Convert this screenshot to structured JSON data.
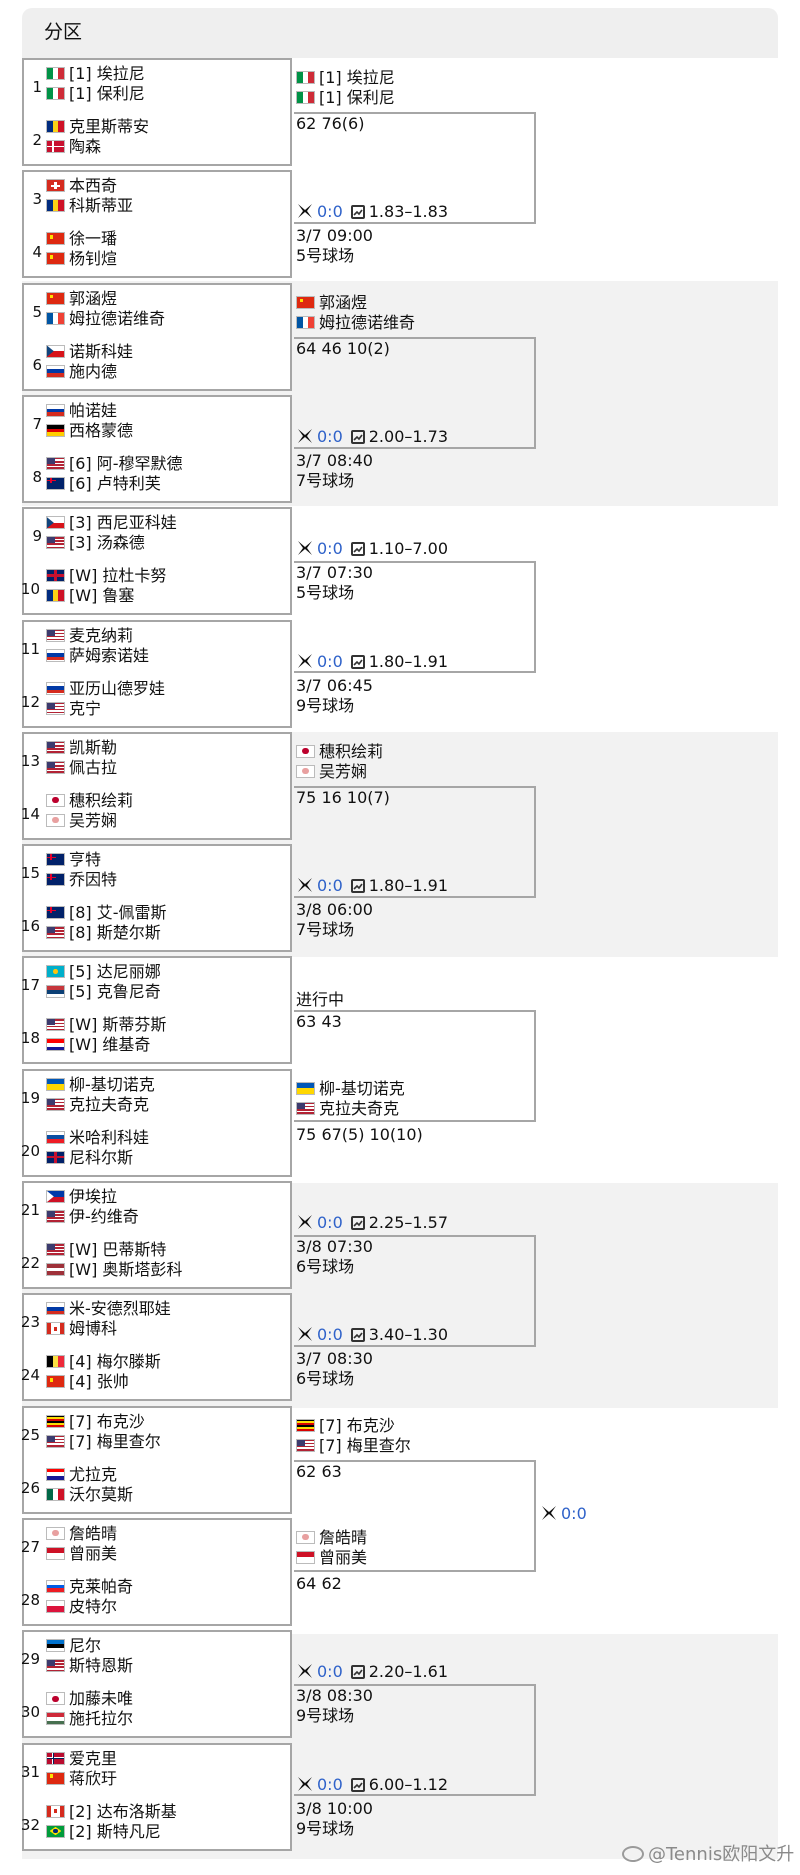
{
  "header": {
    "title": "分区"
  },
  "watermark": "@Tennis欧阳文升",
  "flag_colors": {
    "it": [
      "#009246",
      "#ffffff",
      "#ce2b37"
    ],
    "ro": [
      "#002b7f",
      "#fcd116",
      "#ce1126"
    ],
    "dk": [
      "#c8102e",
      "#ffffff"
    ],
    "ch": [
      "#d52b1e",
      "#ffffff"
    ],
    "cn": [
      "#de2910",
      "#ffde00"
    ],
    "fr": [
      "#0055a4",
      "#ffffff",
      "#ef4135"
    ],
    "cz": [
      "#ffffff",
      "#d7141a",
      "#11457e"
    ],
    "ru": [
      "#ffffff",
      "#0039a6",
      "#d52b1e"
    ],
    "de": [
      "#000000",
      "#dd0000",
      "#ffce00"
    ],
    "us": [
      "#b22234",
      "#ffffff",
      "#3c3b6e"
    ],
    "au": [
      "#012169",
      "#ffffff",
      "#e4002b"
    ],
    "gb": [
      "#012169",
      "#ffffff",
      "#c8102e"
    ],
    "jp": [
      "#ffffff",
      "#bc002d"
    ],
    "tw": [
      "#ffffff",
      "#e8a0a0"
    ],
    "kz": [
      "#00afca",
      "#fec50c"
    ],
    "rs": [
      "#c6363c",
      "#0c4076",
      "#ffffff"
    ],
    "hr": [
      "#ff0000",
      "#ffffff",
      "#171796"
    ],
    "ua": [
      "#0057b7",
      "#ffd700"
    ],
    "sk": [
      "#ffffff",
      "#0b4ea2",
      "#ee1c25"
    ],
    "ph": [
      "#0038a8",
      "#ce1126",
      "#ffffff"
    ],
    "lv": [
      "#9e3039",
      "#ffffff"
    ],
    "ca": [
      "#d52b1e",
      "#ffffff"
    ],
    "be": [
      "#000000",
      "#fae042",
      "#ed2939"
    ],
    "ug": [
      "#000000",
      "#fcdc04",
      "#d90000"
    ],
    "mx": [
      "#006847",
      "#ffffff",
      "#ce1126"
    ],
    "id": [
      "#ce1126",
      "#ffffff"
    ],
    "si": [
      "#ffffff",
      "#005ce6",
      "#ed1c24"
    ],
    "pl": [
      "#ffffff",
      "#dc143c"
    ],
    "ee": [
      "#0072ce",
      "#000000",
      "#ffffff"
    ],
    "hu": [
      "#ce2939",
      "#ffffff",
      "#477050"
    ],
    "no": [
      "#ba0c2f",
      "#ffffff",
      "#00205b"
    ],
    "br": [
      "#009c3b",
      "#ffdf00",
      "#002776"
    ]
  },
  "draw": [
    {
      "seed": "1",
      "p1": {
        "flag": "it",
        "name": "[1] 埃拉尼"
      },
      "p2": {
        "flag": "it",
        "name": "[1] 保利尼"
      }
    },
    {
      "seed": "2",
      "p1": {
        "flag": "ro",
        "name": "克里斯蒂安"
      },
      "p2": {
        "flag": "dk",
        "name": "陶森"
      }
    },
    {
      "seed": "3",
      "p1": {
        "flag": "ch",
        "name": "本西奇"
      },
      "p2": {
        "flag": "ro",
        "name": "科斯蒂亚"
      }
    },
    {
      "seed": "4",
      "p1": {
        "flag": "cn",
        "name": "徐一璠"
      },
      "p2": {
        "flag": "cn",
        "name": "杨钊煊"
      }
    },
    {
      "seed": "5",
      "p1": {
        "flag": "cn",
        "name": "郭涵煜"
      },
      "p2": {
        "flag": "fr",
        "name": "姆拉德诺维奇"
      }
    },
    {
      "seed": "6",
      "p1": {
        "flag": "cz",
        "name": "诺斯科娃"
      },
      "p2": {
        "flag": "ru",
        "name": "施内德"
      }
    },
    {
      "seed": "7",
      "p1": {
        "flag": "ru",
        "name": "帕诺娃"
      },
      "p2": {
        "flag": "de",
        "name": "西格蒙德"
      }
    },
    {
      "seed": "8",
      "p1": {
        "flag": "us",
        "name": "[6] 阿-穆罕默德"
      },
      "p2": {
        "flag": "au",
        "name": "[6] 卢特利芙"
      }
    },
    {
      "seed": "9",
      "p1": {
        "flag": "cz",
        "name": "[3] 西尼亚科娃"
      },
      "p2": {
        "flag": "us",
        "name": "[3] 汤森德"
      }
    },
    {
      "seed": "10",
      "p1": {
        "flag": "gb",
        "name": "[W] 拉杜卡努"
      },
      "p2": {
        "flag": "ro",
        "name": "[W] 鲁塞"
      }
    },
    {
      "seed": "11",
      "p1": {
        "flag": "us",
        "name": "麦克纳莉"
      },
      "p2": {
        "flag": "ru",
        "name": "萨姆索诺娃"
      }
    },
    {
      "seed": "12",
      "p1": {
        "flag": "ru",
        "name": "亚历山德罗娃"
      },
      "p2": {
        "flag": "us",
        "name": "克宁"
      }
    },
    {
      "seed": "13",
      "p1": {
        "flag": "us",
        "name": "凯斯勒"
      },
      "p2": {
        "flag": "us",
        "name": "佩古拉"
      }
    },
    {
      "seed": "14",
      "p1": {
        "flag": "jp",
        "name": "穗积绘莉"
      },
      "p2": {
        "flag": "tw",
        "name": "吴芳娴"
      }
    },
    {
      "seed": "15",
      "p1": {
        "flag": "au",
        "name": "亨特"
      },
      "p2": {
        "flag": "au",
        "name": "乔因特"
      }
    },
    {
      "seed": "16",
      "p1": {
        "flag": "au",
        "name": "[8] 艾-佩雷斯"
      },
      "p2": {
        "flag": "us",
        "name": "[8] 斯楚尔斯"
      }
    },
    {
      "seed": "17",
      "p1": {
        "flag": "kz",
        "name": "[5] 达尼丽娜"
      },
      "p2": {
        "flag": "rs",
        "name": "[5] 克鲁尼奇"
      }
    },
    {
      "seed": "18",
      "p1": {
        "flag": "us",
        "name": "[W] 斯蒂芬斯"
      },
      "p2": {
        "flag": "hr",
        "name": "[W] 维基奇"
      }
    },
    {
      "seed": "19",
      "p1": {
        "flag": "ua",
        "name": "柳-基切诺克"
      },
      "p2": {
        "flag": "us",
        "name": "克拉夫奇克"
      }
    },
    {
      "seed": "20",
      "p1": {
        "flag": "sk",
        "name": "米哈利科娃"
      },
      "p2": {
        "flag": "gb",
        "name": "尼科尔斯"
      }
    },
    {
      "seed": "21",
      "p1": {
        "flag": "ph",
        "name": "伊埃拉"
      },
      "p2": {
        "flag": "us",
        "name": "伊-约维奇"
      }
    },
    {
      "seed": "22",
      "p1": {
        "flag": "us",
        "name": "[W] 巴蒂斯特"
      },
      "p2": {
        "flag": "lv",
        "name": "[W] 奥斯塔彭科"
      }
    },
    {
      "seed": "23",
      "p1": {
        "flag": "ru",
        "name": "米-安德烈耶娃"
      },
      "p2": {
        "flag": "ca",
        "name": "姆博科"
      }
    },
    {
      "seed": "24",
      "p1": {
        "flag": "be",
        "name": "[4] 梅尔滕斯"
      },
      "p2": {
        "flag": "cn",
        "name": "[4] 张帅"
      }
    },
    {
      "seed": "25",
      "p1": {
        "flag": "ug",
        "name": "[7] 布克沙"
      },
      "p2": {
        "flag": "us",
        "name": "[7] 梅里查尔"
      }
    },
    {
      "seed": "26",
      "p1": {
        "flag": "hr",
        "name": "尤拉克"
      },
      "p2": {
        "flag": "mx",
        "name": "沃尔莫斯"
      }
    },
    {
      "seed": "27",
      "p1": {
        "flag": "tw",
        "name": "詹皓晴"
      },
      "p2": {
        "flag": "id",
        "name": "曾丽美"
      }
    },
    {
      "seed": "28",
      "p1": {
        "flag": "si",
        "name": "克莱帕奇"
      },
      "p2": {
        "flag": "pl",
        "name": "皮特尔"
      }
    },
    {
      "seed": "29",
      "p1": {
        "flag": "ee",
        "name": "尼尔"
      },
      "p2": {
        "flag": "us",
        "name": "斯特恩斯"
      }
    },
    {
      "seed": "30",
      "p1": {
        "flag": "jp",
        "name": "加藤未唯"
      },
      "p2": {
        "flag": "hu",
        "name": "施托拉尔"
      }
    },
    {
      "seed": "31",
      "p1": {
        "flag": "no",
        "name": "爱克里"
      },
      "p2": {
        "flag": "cn",
        "name": "蒋欣玗"
      }
    },
    {
      "seed": "32",
      "p1": {
        "flag": "ca",
        "name": "[2] 达布洛斯基"
      },
      "p2": {
        "flag": "br",
        "name": "[2] 斯特凡尼"
      }
    }
  ],
  "round2": [
    {
      "pos": "top",
      "winner": [
        {
          "flag": "it",
          "name": "[1] 埃拉尼"
        },
        {
          "flag": "it",
          "name": "[1] 保利尼"
        }
      ],
      "score": "62 76(6)"
    },
    {
      "pos": "bottom",
      "odds": {
        "count": "0:0",
        "line": "1.83–1.83"
      },
      "date": "3/7 09:00",
      "court": "5号球场"
    },
    {
      "pos": "top",
      "winner": [
        {
          "flag": "cn",
          "name": "郭涵煜"
        },
        {
          "flag": "fr",
          "name": "姆拉德诺维奇"
        }
      ],
      "score": "64 46 10(2)"
    },
    {
      "pos": "bottom",
      "odds": {
        "count": "0:0",
        "line": "2.00–1.73"
      },
      "date": "3/7 08:40",
      "court": "7号球场"
    },
    {
      "pos": "top",
      "odds": {
        "count": "0:0",
        "line": "1.10–7.00"
      },
      "date": "3/7 07:30",
      "court": "5号球场"
    },
    {
      "pos": "bottom",
      "odds": {
        "count": "0:0",
        "line": "1.80–1.91"
      },
      "date": "3/7 06:45",
      "court": "9号球场"
    },
    {
      "pos": "top",
      "winner": [
        {
          "flag": "jp",
          "name": "穗积绘莉"
        },
        {
          "flag": "tw",
          "name": "吴芳娴"
        }
      ],
      "score": "75 16 10(7)"
    },
    {
      "pos": "bottom",
      "odds": {
        "count": "0:0",
        "line": "1.80–1.91"
      },
      "date": "3/8 06:00",
      "court": "7号球场"
    },
    {
      "pos": "top",
      "status": "进行中",
      "score": "63 43"
    },
    {
      "pos": "bottom",
      "winner": [
        {
          "flag": "ua",
          "name": "柳-基切诺克"
        },
        {
          "flag": "us",
          "name": "克拉夫奇克"
        }
      ],
      "score": "75 67(5) 10(10)"
    },
    {
      "pos": "top",
      "odds": {
        "count": "0:0",
        "line": "2.25–1.57"
      },
      "date": "3/8 07:30",
      "court": "6号球场"
    },
    {
      "pos": "bottom",
      "odds": {
        "count": "0:0",
        "line": "3.40–1.30"
      },
      "date": "3/7 08:30",
      "court": "6号球场"
    },
    {
      "pos": "top",
      "winner": [
        {
          "flag": "ug",
          "name": "[7] 布克沙"
        },
        {
          "flag": "us",
          "name": "[7] 梅里查尔"
        }
      ],
      "score": "62 63"
    },
    {
      "pos": "bottom",
      "winner": [
        {
          "flag": "tw",
          "name": "詹皓晴"
        },
        {
          "flag": "id",
          "name": "曾丽美"
        }
      ],
      "score": "64 62"
    },
    {
      "pos": "top",
      "odds": {
        "count": "0:0",
        "line": "2.20–1.61"
      },
      "date": "3/8 08:30",
      "court": "9号球场"
    },
    {
      "pos": "bottom",
      "odds": {
        "count": "0:0",
        "line": "6.00–1.12"
      },
      "date": "3/8 10:00",
      "court": "9号球场"
    }
  ],
  "round3": [
    {
      "count": "0:0"
    }
  ]
}
